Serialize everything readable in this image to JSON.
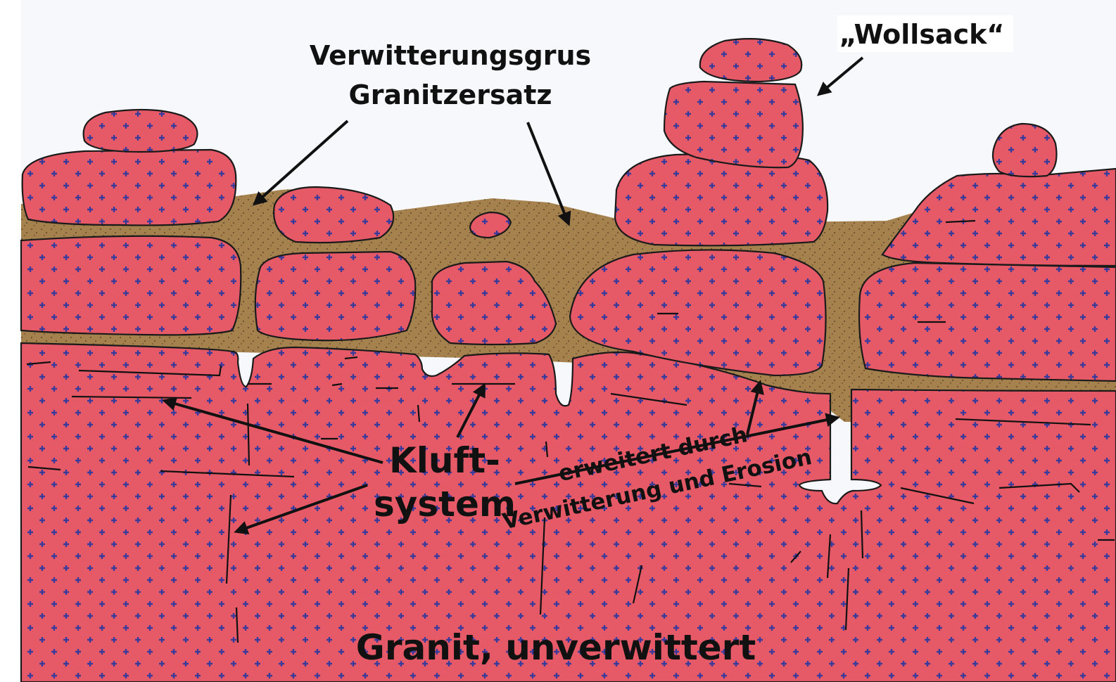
{
  "colors": {
    "granite": "#e65a68",
    "granite_dots": "#3a3a9a",
    "grus": "#a5814d",
    "grus_dots": "#4a3420",
    "sky": "#f6f8fb",
    "outline": "#1a1a1a"
  },
  "labels": {
    "grus_line1": "Verwitterungsgrus",
    "grus_line2": "Granitzersatz",
    "wollsack": "„Wollsack“",
    "kluft_line1": "Kluft-",
    "kluft_line2": "system",
    "erweitert_line1": "erweitert durch",
    "erweitert_line2": "Verwitterung und Erosion",
    "granit": "Granit, unverwittert"
  }
}
